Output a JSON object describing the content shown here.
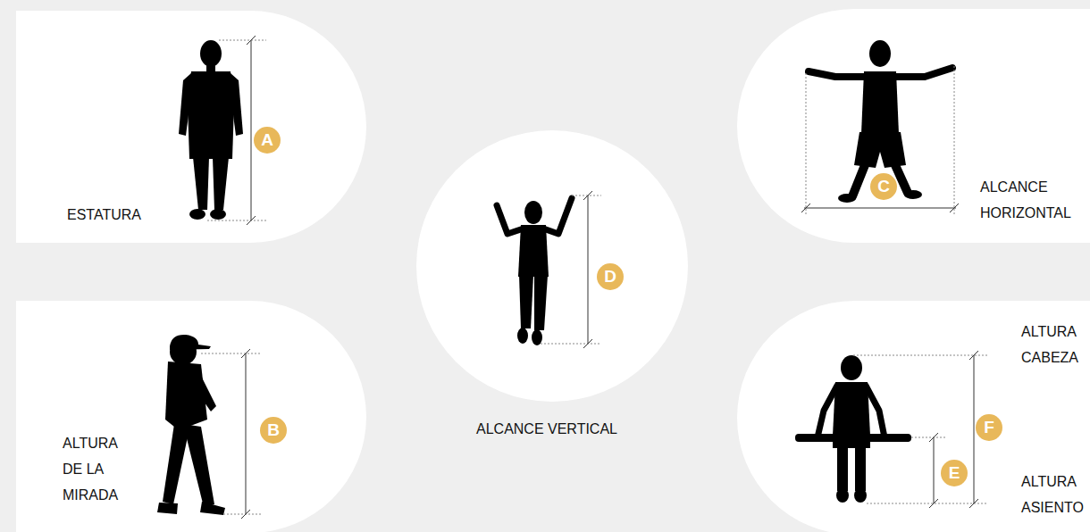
{
  "diagram": {
    "nodes": [
      {
        "text": [
          "ESTATURA"
        ]
      },
      {
        "text": [
          "A"
        ],
        "in": 0
      },
      {
        "text": [
          "ALCANCE HORIZONTAL"
        ]
      },
      {
        "text": [
          "C"
        ],
        "in": 2
      },
      {
        "text": [
          "ALCANCE VERTICAL"
        ]
      },
      {
        "text": [
          "D"
        ],
        "in": 4
      },
      {
        "text": [
          "ALTURA DE LA MIRADA"
        ]
      },
      {
        "text": [
          "B"
        ],
        "in": 6
      },
      {
        "text": [
          "ALTURA CABEZA",
          "ALTURA ASIENTO"
        ]
      },
      {
        "text": [
          "F"
        ],
        "in": 8
      },
      {
        "text": [
          "E"
        ],
        "in": 8
      }
    ]
  }
}
